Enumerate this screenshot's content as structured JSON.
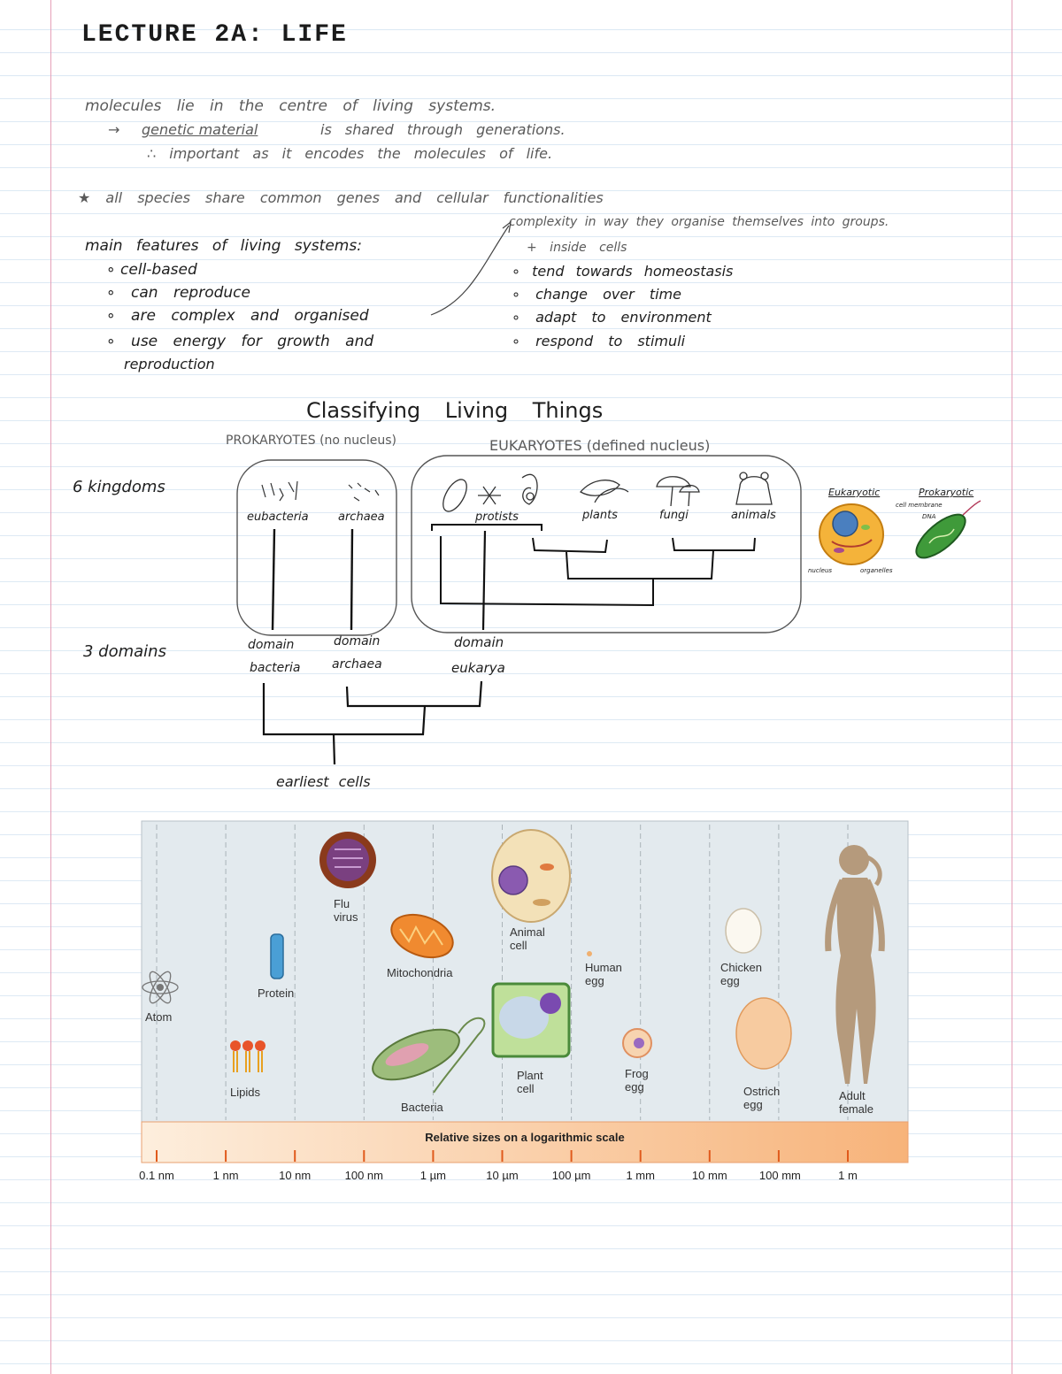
{
  "page": {
    "title": "LECTURE 2A: LIFE"
  },
  "notes": {
    "line1": "molecules lie in the centre of living systems.",
    "line2_arrow": "→",
    "line2_term": "genetic material",
    "line2_rest": "is shared through generations.",
    "line3": "∴ important as it encodes the molecules of life.",
    "star_line": "★ all species share common genes and cellular functionalities",
    "annotation_1": "complexity in way they organise themselves into groups.",
    "annotation_2": "+ inside cells",
    "features_heading": "main features of living systems:",
    "features_left": [
      "∘ cell-based",
      "∘ can reproduce",
      "∘ are complex and organised",
      "∘ use energy for growth and",
      "reproduction"
    ],
    "features_right": [
      "∘ tend towards homeostasis",
      "∘ change over time",
      "∘ adapt to environment",
      "∘ respond to stimuli"
    ]
  },
  "classification": {
    "heading": "Classifying Living Things",
    "prokaryotes": "PROKARYOTES (no nucleus)",
    "eukaryotes": "EUKARYOTES (defined nucleus)",
    "kingdoms_label": "6 kingdoms",
    "domains_label": "3 domains",
    "kingdoms": [
      "eubacteria",
      "archaea",
      "protists",
      "plants",
      "fungi",
      "animals"
    ],
    "domains": [
      {
        "line1": "domain",
        "line2": "bacteria"
      },
      {
        "line1": "domain",
        "line2": "archaea"
      },
      {
        "line1": "domain",
        "line2": "eukarya"
      }
    ],
    "root": "earliest cells"
  },
  "cell_sketch": {
    "eukaryotic": "Eukaryotic",
    "prokaryotic": "Prokaryotic",
    "membrane": "cell membrane",
    "dna": "DNA",
    "nucleus": "nucleus",
    "organelles": "organelles"
  },
  "size_scale": {
    "objects": [
      {
        "label": "Atom"
      },
      {
        "label": "Lipids"
      },
      {
        "label": "Protein"
      },
      {
        "label": "Flu\nvirus"
      },
      {
        "label": "Mitochondria"
      },
      {
        "label": "Bacteria"
      },
      {
        "label": "Animal\ncell"
      },
      {
        "label": "Plant\ncell"
      },
      {
        "label": "Human\negg"
      },
      {
        "label": "Frog\negg"
      },
      {
        "label": "Chicken\negg"
      },
      {
        "label": "Ostrich\negg"
      },
      {
        "label": "Adult\nfemale"
      }
    ],
    "band_title": "Relative sizes on a logarithmic scale",
    "ticks": [
      "0.1 nm",
      "1 nm",
      "10 nm",
      "100 nm",
      "1 µm",
      "10 µm",
      "100 µm",
      "1 mm",
      "10 mm",
      "100 mm",
      "1 m"
    ],
    "colors": {
      "panel": "#e3eaee",
      "band_start": "#fdeedd",
      "band_end": "#f7b37a",
      "tick": "#e05a1c"
    }
  }
}
